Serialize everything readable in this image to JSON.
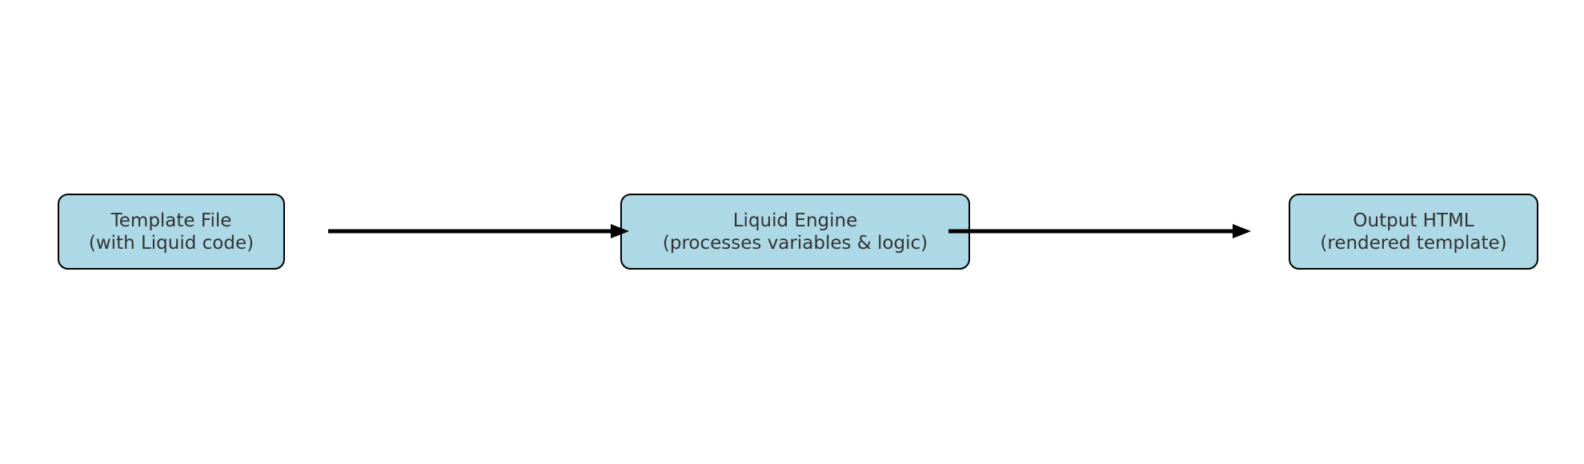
{
  "diagram": {
    "type": "flowchart",
    "orientation": "left-to-right",
    "colors": {
      "background": "#ffffff",
      "node_fill": "#ADD8E6",
      "node_border": "#000000",
      "text": "#333333",
      "arrow": "#000000"
    },
    "nodes": [
      {
        "id": "template-file",
        "line1": "Template File",
        "line2": "(with Liquid code)"
      },
      {
        "id": "liquid-engine",
        "line1": "Liquid Engine",
        "line2": "(processes variables & logic)"
      },
      {
        "id": "output-html",
        "line1": "Output HTML",
        "line2": "(rendered template)"
      }
    ],
    "edges": [
      {
        "from": "template-file",
        "to": "liquid-engine"
      },
      {
        "from": "liquid-engine",
        "to": "output-html"
      }
    ]
  }
}
